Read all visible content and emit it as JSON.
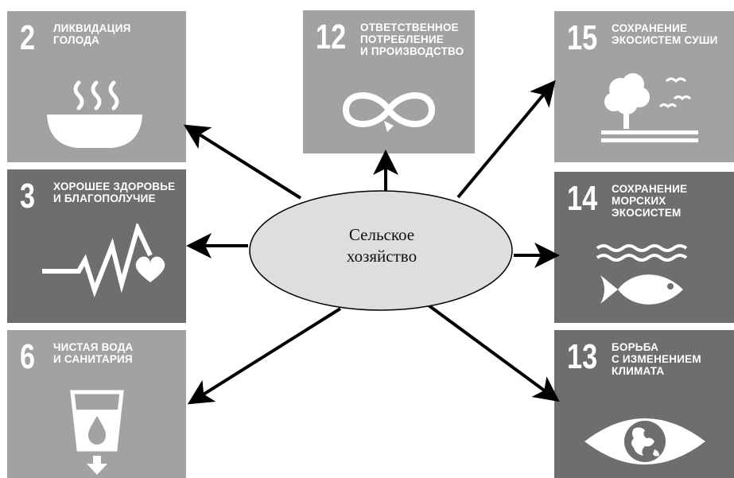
{
  "center": {
    "label": "Сельское\nхозяйство"
  },
  "colors": {
    "tile_light": "#a2a2a2",
    "tile_dark": "#6e6e6e",
    "ellipse": "#dedede",
    "arrow": "#000000"
  },
  "goals": [
    {
      "number": "2",
      "title": "ЛИКВИДАЦИЯ\nГОЛОДА",
      "icon": "bowl-icon"
    },
    {
      "number": "12",
      "title": "ОТВЕТСТВЕННОЕ\nПОТРЕБЛЕНИЕ\nИ ПРОИЗВОДСТВО",
      "icon": "infinity-icon"
    },
    {
      "number": "15",
      "title": "СОХРАНЕНИЕ\nЭКОСИСТЕМ СУШИ",
      "icon": "tree-birds-icon"
    },
    {
      "number": "3",
      "title": "ХОРОШЕЕ ЗДОРОВЬЕ\nИ БЛАГОПОЛУЧИЕ",
      "icon": "heartbeat-icon"
    },
    {
      "number": "14",
      "title": "СОХРАНЕНИЕ\nМОРСКИХ\nЭКОСИСТЕМ",
      "icon": "fish-waves-icon"
    },
    {
      "number": "6",
      "title": "ЧИСТАЯ ВОДА\nИ САНИТАРИЯ",
      "icon": "water-glass-icon"
    },
    {
      "number": "13",
      "title": "БОРЬБА\nС ИЗМЕНЕНИЕМ\nКЛИМАТА",
      "icon": "eye-globe-icon"
    }
  ]
}
